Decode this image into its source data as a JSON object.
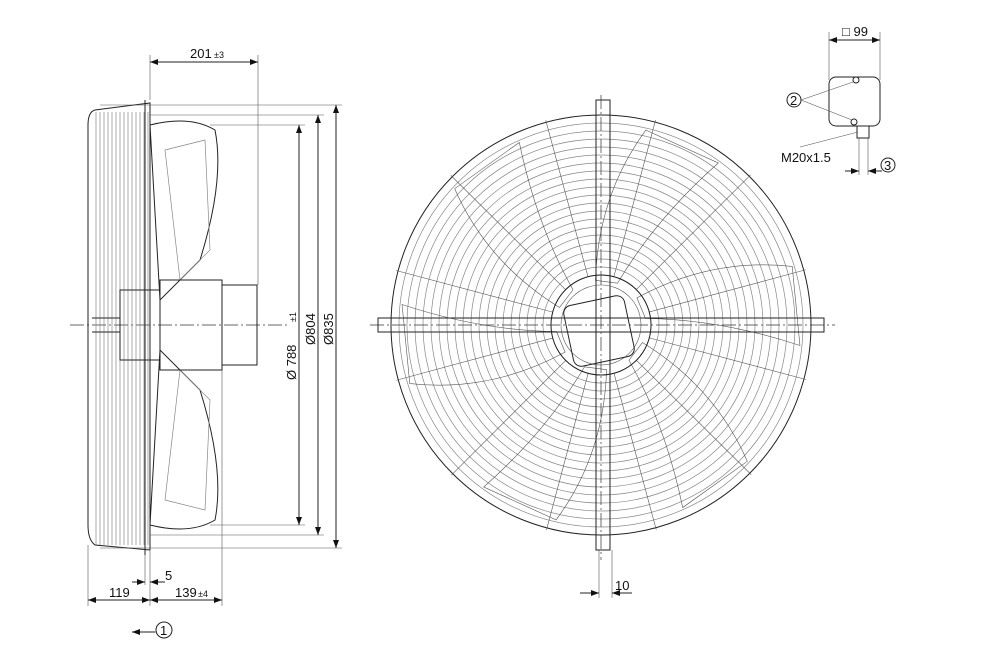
{
  "drawing": {
    "dimensions": {
      "depth_total": "201",
      "depth_total_tol": "±3",
      "d_blade": "Ø 788",
      "d_blade_tol": "±1",
      "d_ring": "Ø804",
      "d_outer": "Ø835",
      "grille_depth": "119",
      "offset": "5",
      "motor_depth": "139",
      "motor_depth_tol": "±4",
      "strut_width": "10",
      "box_size": "□ 99",
      "cable_gland": "M20x1.5"
    },
    "callouts": [
      "1",
      "2",
      "3"
    ]
  }
}
